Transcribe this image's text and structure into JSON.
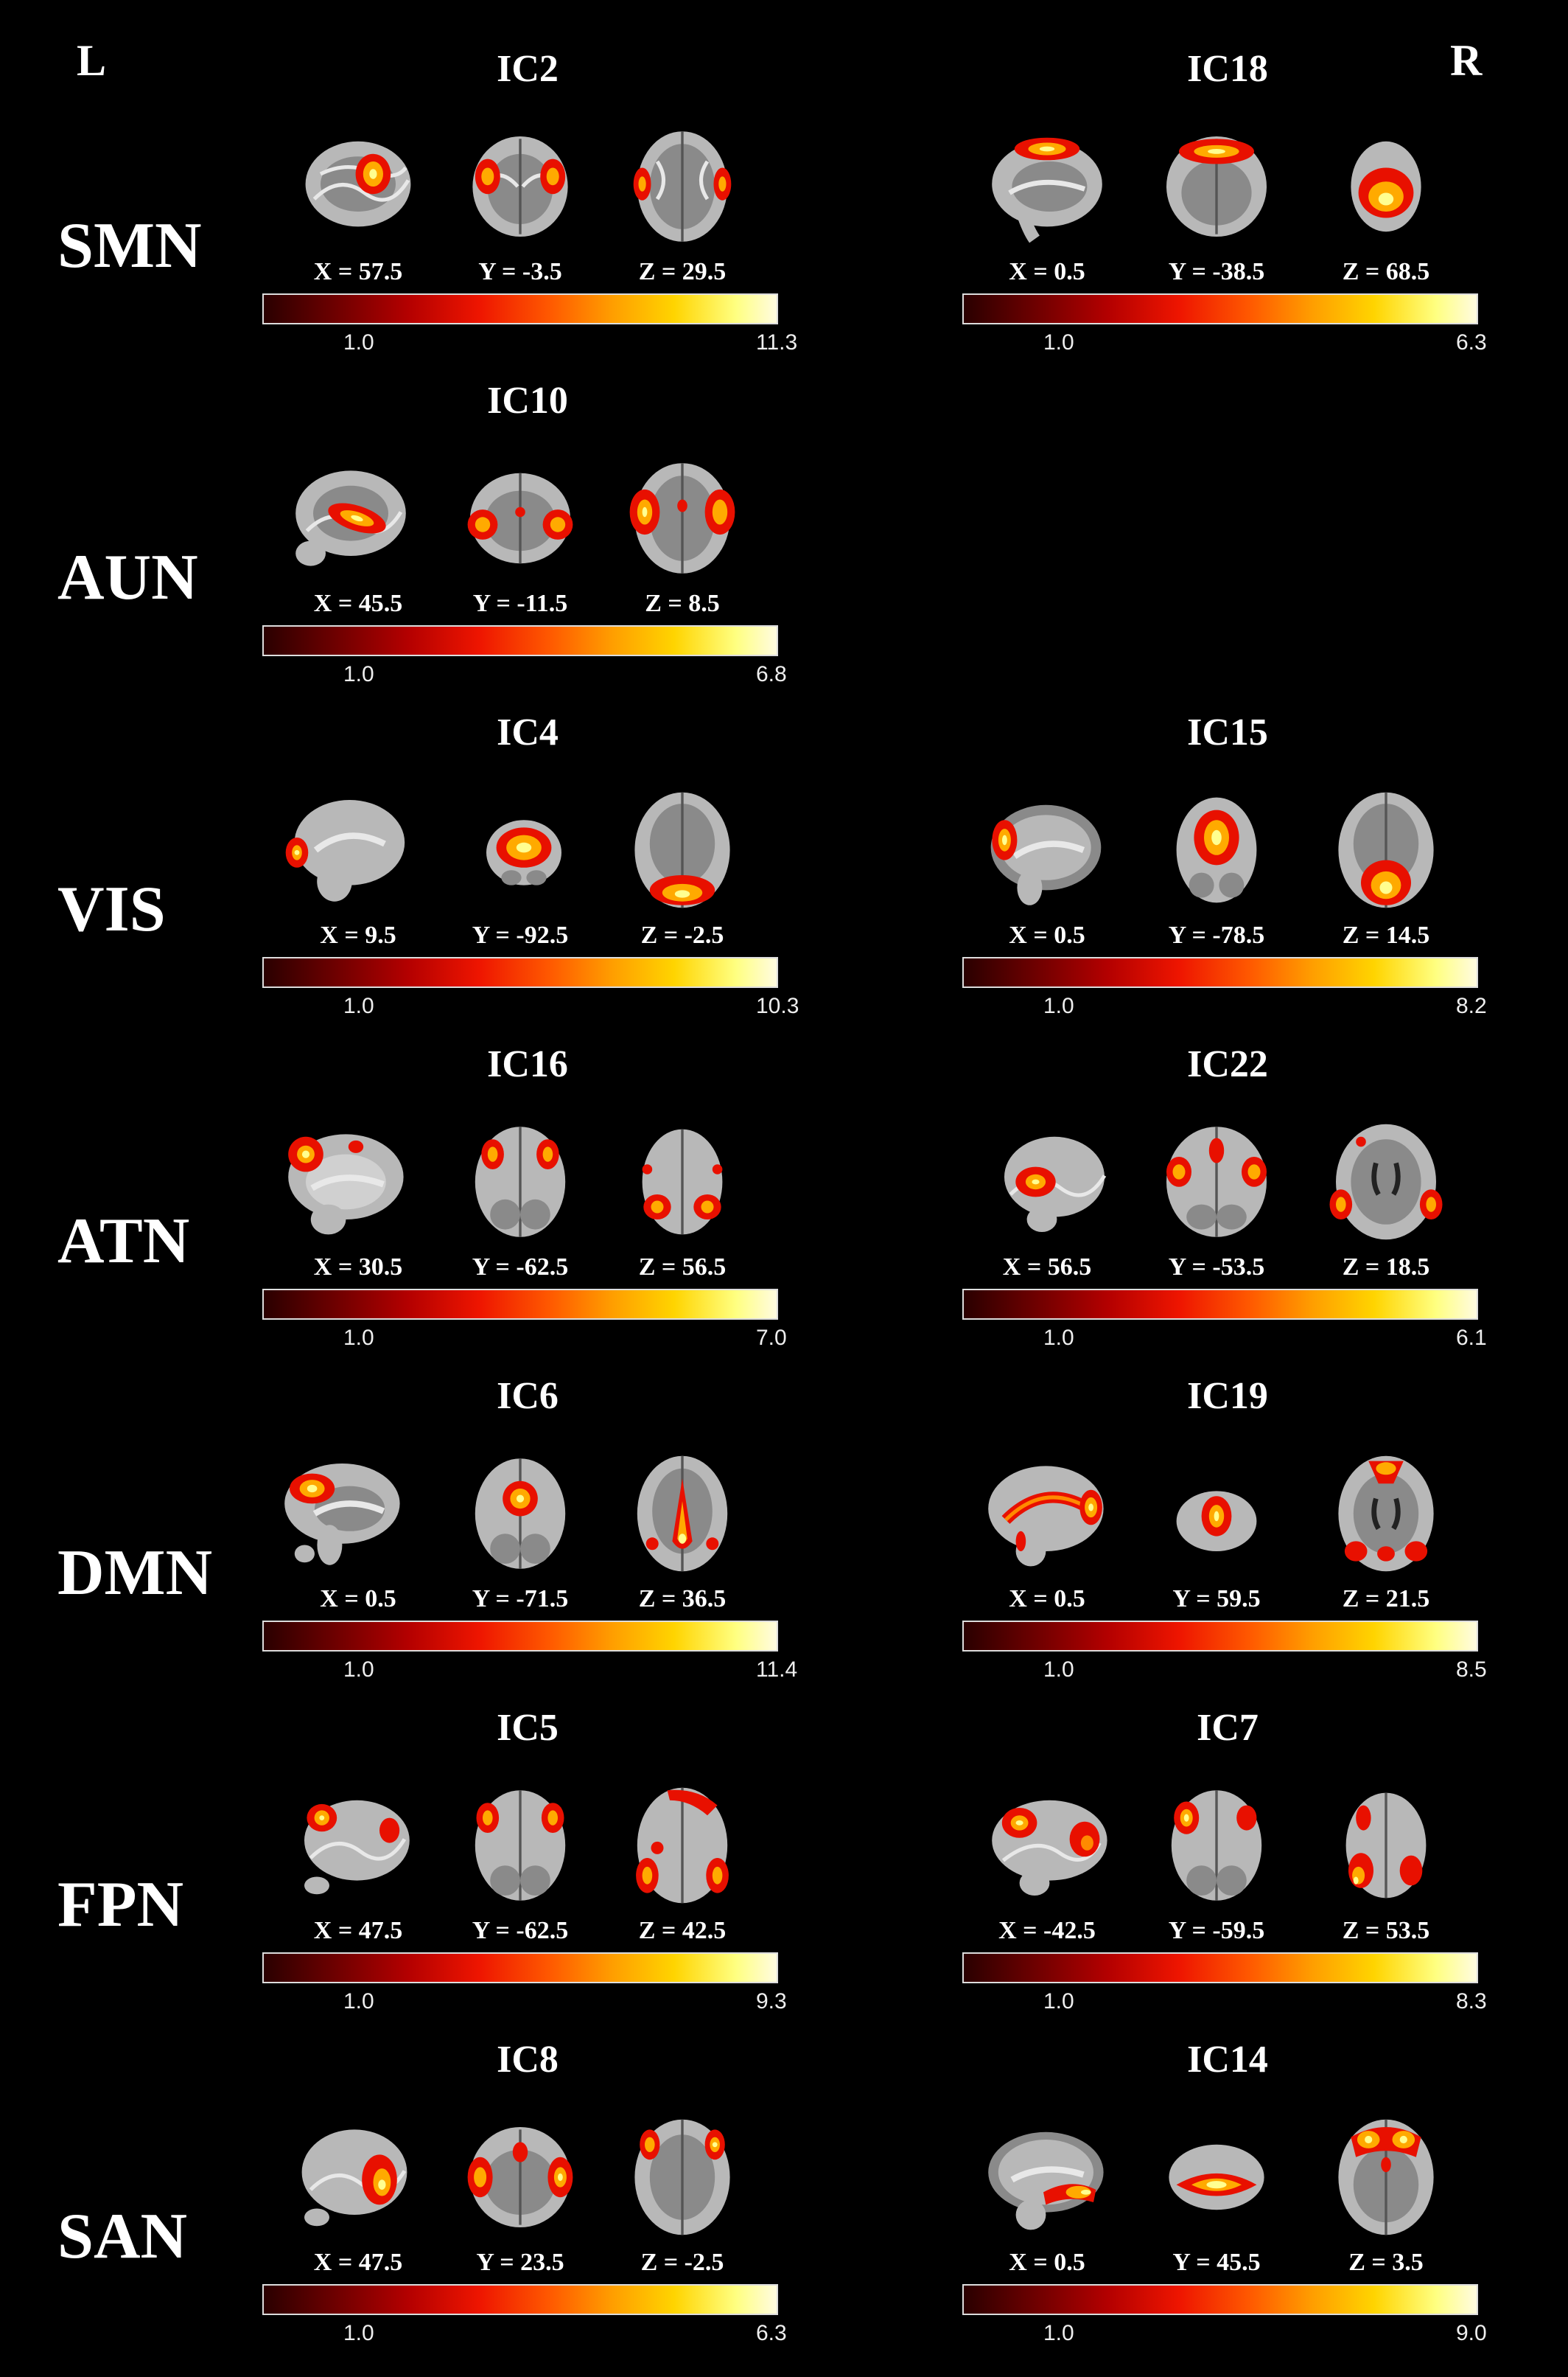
{
  "corners": {
    "left": "L",
    "right": "R"
  },
  "networks": [
    {
      "label": "SMN",
      "panels": [
        {
          "ic": "IC2",
          "x": "X = 57.5",
          "y": "Y = -3.5",
          "z": "Z = 29.5",
          "min": "1.0",
          "max": "11.3"
        },
        {
          "ic": "IC18",
          "x": "X = 0.5",
          "y": "Y = -38.5",
          "z": "Z = 68.5",
          "min": "1.0",
          "max": "6.3"
        }
      ]
    },
    {
      "label": "AUN",
      "panels": [
        {
          "ic": "IC10",
          "x": "X = 45.5",
          "y": "Y = -11.5",
          "z": "Z = 8.5",
          "min": "1.0",
          "max": "6.8"
        }
      ]
    },
    {
      "label": "VIS",
      "panels": [
        {
          "ic": "IC4",
          "x": "X = 9.5",
          "y": "Y = -92.5",
          "z": "Z = -2.5",
          "min": "1.0",
          "max": "10.3"
        },
        {
          "ic": "IC15",
          "x": "X = 0.5",
          "y": "Y = -78.5",
          "z": "Z = 14.5",
          "min": "1.0",
          "max": "8.2"
        }
      ]
    },
    {
      "label": "ATN",
      "panels": [
        {
          "ic": "IC16",
          "x": "X = 30.5",
          "y": "Y = -62.5",
          "z": "Z = 56.5",
          "min": "1.0",
          "max": "7.0"
        },
        {
          "ic": "IC22",
          "x": "X = 56.5",
          "y": "Y = -53.5",
          "z": "Z = 18.5",
          "min": "1.0",
          "max": "6.1"
        }
      ]
    },
    {
      "label": "DMN",
      "panels": [
        {
          "ic": "IC6",
          "x": "X = 0.5",
          "y": "Y = -71.5",
          "z": "Z = 36.5",
          "min": "1.0",
          "max": "11.4"
        },
        {
          "ic": "IC19",
          "x": "X = 0.5",
          "y": "Y = 59.5",
          "z": "Z = 21.5",
          "min": "1.0",
          "max": "8.5"
        }
      ]
    },
    {
      "label": "FPN",
      "panels": [
        {
          "ic": "IC5",
          "x": "X = 47.5",
          "y": "Y = -62.5",
          "z": "Z = 42.5",
          "min": "1.0",
          "max": "9.3"
        },
        {
          "ic": "IC7",
          "x": "X = -42.5",
          "y": "Y = -59.5",
          "z": "Z = 53.5",
          "min": "1.0",
          "max": "8.3"
        }
      ]
    },
    {
      "label": "SAN",
      "panels": [
        {
          "ic": "IC8",
          "x": "X = 47.5",
          "y": "Y = 23.5",
          "z": "Z = -2.5",
          "min": "1.0",
          "max": "6.3"
        },
        {
          "ic": "IC14",
          "x": "X = 0.5",
          "y": "Y = 45.5",
          "z": "Z = 3.5",
          "min": "1.0",
          "max": "9.0"
        }
      ]
    }
  ]
}
